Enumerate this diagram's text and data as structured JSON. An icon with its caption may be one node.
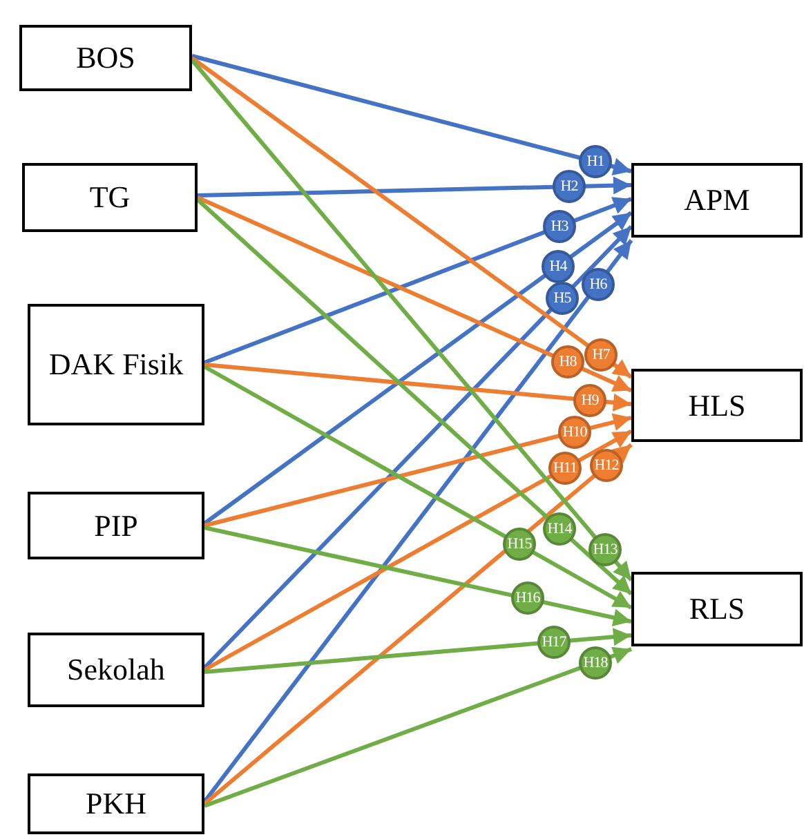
{
  "diagram": {
    "nodes": [
      {
        "text": [
          "BOS"
        ]
      },
      {
        "text": [
          "TG"
        ]
      },
      {
        "text": [
          "DAK Fisik"
        ]
      },
      {
        "text": [
          "PIP"
        ]
      },
      {
        "text": [
          "Sekolah"
        ]
      },
      {
        "text": [
          "PKH"
        ]
      },
      {
        "text": [
          "APM"
        ]
      },
      {
        "text": [
          "HLS"
        ]
      },
      {
        "text": [
          "RLS"
        ]
      }
    ],
    "edges": [
      {
        "from": 0,
        "to": 6,
        "arrow": "to",
        "label": "H1",
        "color": "#4472c4"
      },
      {
        "from": 1,
        "to": 6,
        "arrow": "to",
        "label": "H2",
        "color": "#4472c4"
      },
      {
        "from": 2,
        "to": 6,
        "arrow": "to",
        "label": "H3",
        "color": "#4472c4"
      },
      {
        "from": 3,
        "to": 6,
        "arrow": "to",
        "label": "H4",
        "color": "#4472c4"
      },
      {
        "from": 4,
        "to": 6,
        "arrow": "to",
        "label": "H5",
        "color": "#4472c4"
      },
      {
        "from": 5,
        "to": 6,
        "arrow": "to",
        "label": "H6",
        "color": "#4472c4"
      },
      {
        "from": 0,
        "to": 7,
        "arrow": "to",
        "label": "H7",
        "color": "#ed7d31"
      },
      {
        "from": 1,
        "to": 7,
        "arrow": "to",
        "label": "H8",
        "color": "#ed7d31"
      },
      {
        "from": 2,
        "to": 7,
        "arrow": "to",
        "label": "H9",
        "color": "#ed7d31"
      },
      {
        "from": 3,
        "to": 7,
        "arrow": "to",
        "label": "H10",
        "color": "#ed7d31"
      },
      {
        "from": 4,
        "to": 7,
        "arrow": "to",
        "label": "H11",
        "color": "#ed7d31"
      },
      {
        "from": 5,
        "to": 7,
        "arrow": "to",
        "label": "H12",
        "color": "#ed7d31"
      },
      {
        "from": 0,
        "to": 8,
        "arrow": "to",
        "label": "H13",
        "color": "#70ad47"
      },
      {
        "from": 1,
        "to": 8,
        "arrow": "to",
        "label": "H14",
        "color": "#70ad47"
      },
      {
        "from": 2,
        "to": 8,
        "arrow": "to",
        "label": "H15",
        "color": "#70ad47"
      },
      {
        "from": 3,
        "to": 8,
        "arrow": "to",
        "label": "H16",
        "color": "#70ad47"
      },
      {
        "from": 4,
        "to": 8,
        "arrow": "to",
        "label": "H17",
        "color": "#70ad47"
      },
      {
        "from": 5,
        "to": 8,
        "arrow": "to",
        "label": "H18",
        "color": "#70ad47"
      }
    ]
  }
}
